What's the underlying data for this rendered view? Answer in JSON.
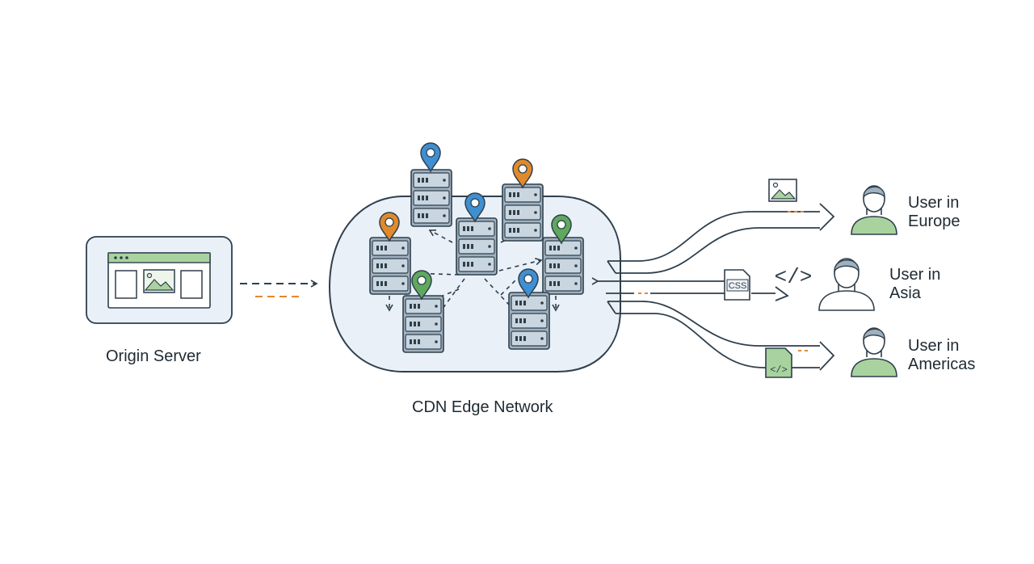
{
  "origin": {
    "label": "Origin Server"
  },
  "network": {
    "label": "CDN Edge Network"
  },
  "users": [
    {
      "line1": "User in",
      "line2": "Europe"
    },
    {
      "line1": "User in",
      "line2": "Asia"
    },
    {
      "line1": "User in",
      "line2": "Americas"
    }
  ],
  "assets": {
    "css_label": "CSS",
    "code_glyph": "</>"
  },
  "icons": {
    "origin": "browser-window-icon",
    "edge": "server-rack-icon",
    "pin": "location-pin-icon",
    "user": "user-avatar-icon",
    "image": "image-file-icon",
    "css": "css-file-icon",
    "code": "code-file-icon"
  },
  "colors": {
    "line": "#2f3f4c",
    "cloud_fill": "#e9f0f7",
    "pin_blue": "#3f8fd2",
    "pin_orange": "#e08a2c",
    "pin_green": "#5ea95e",
    "user_fill": "#a9d39e",
    "accent_orange": "#e08a2c",
    "window_bar": "#a9d39e"
  }
}
